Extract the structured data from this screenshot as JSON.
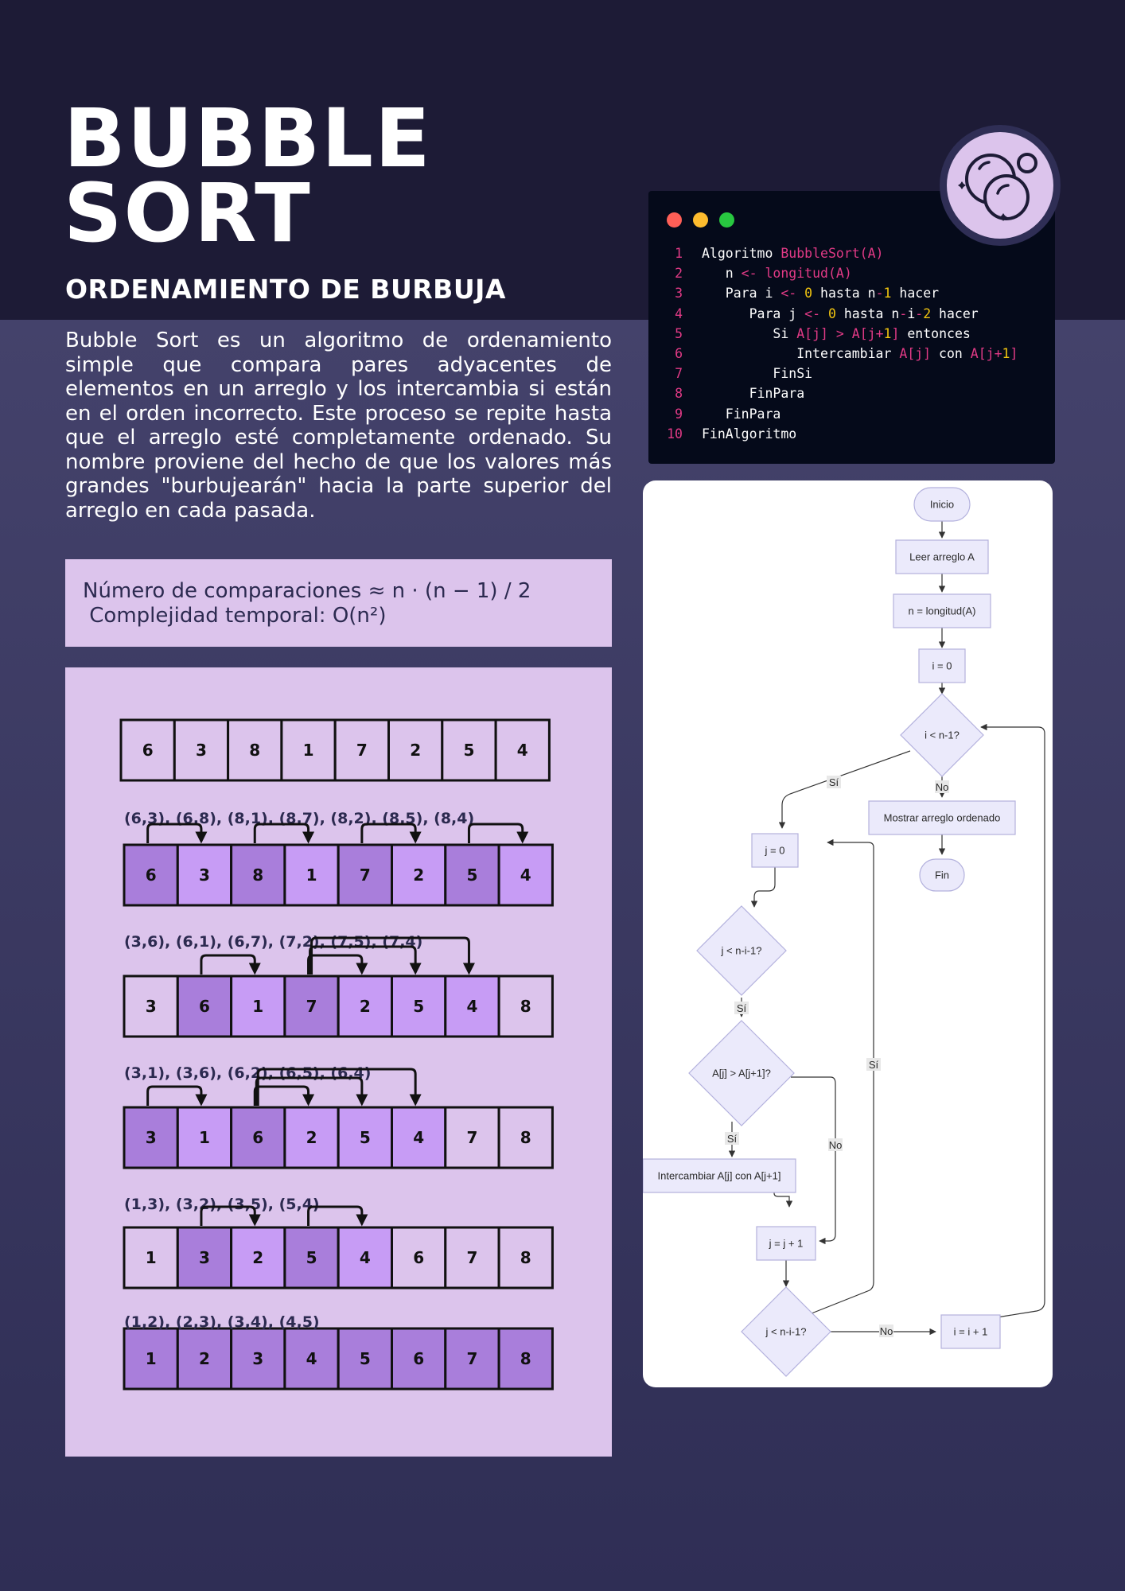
{
  "header": {
    "title_line1": "BUBBLE",
    "title_line2": "SORT",
    "subtitle": "ORDENAMIENTO DE BURBUJA"
  },
  "description": "Bubble Sort es un algoritmo de ordenamiento simple que compara pares adyacentes de elementos en un arreglo y los intercambia si están en el orden incorrecto. Este proceso se repite hasta que el arreglo esté completamente ordenado. Su nombre proviene del hecho de que los valores más grandes \"burbujearán\" hacia la parte superior del arreglo en cada pasada.",
  "formulas": {
    "comparisons": "Número de comparaciones ≈ n · (n − 1) / 2",
    "complexity": " Complejidad temporal: O(n²)"
  },
  "colors": {
    "header_bg": "#1d1b36",
    "panel_bg": "#dcc4ec",
    "cell_default": "#dcc4ec",
    "cell_dark": "#a97edb",
    "cell_light": "#c79cf5",
    "flow_node": "#ebeafb",
    "code_keyword": "#e23a86",
    "code_number": "#f1c40f"
  },
  "passes": [
    {
      "values": [
        6,
        3,
        8,
        1,
        7,
        2,
        5,
        4
      ],
      "shades": [
        "default",
        "default",
        "default",
        "default",
        "default",
        "default",
        "default",
        "default"
      ],
      "arcs": []
    },
    {
      "label": "(6,3), (6,8), (8,1), (8,7), (8,2), (8,5), (8,4)",
      "values": [
        6,
        3,
        8,
        1,
        7,
        2,
        5,
        4
      ],
      "shades": [
        "dark",
        "light",
        "dark",
        "light",
        "dark",
        "light",
        "dark",
        "light"
      ],
      "arcs": [
        [
          0,
          1
        ],
        [
          2,
          3
        ],
        [
          4,
          5
        ],
        [
          6,
          7
        ]
      ]
    },
    {
      "label": "(3,6), (6,1), (6,7), (7,2), (7,5), (7,4)",
      "values": [
        3,
        6,
        1,
        7,
        2,
        5,
        4,
        8
      ],
      "shades": [
        "default",
        "dark",
        "light",
        "dark",
        "light",
        "light",
        "light",
        "default"
      ],
      "arcs": [
        [
          1,
          2
        ],
        [
          3,
          4
        ],
        [
          3,
          5
        ],
        [
          3,
          6
        ]
      ]
    },
    {
      "label": "(3,1), (3,6), (6,2), (6,5), (6,4)",
      "values": [
        3,
        1,
        6,
        2,
        5,
        4,
        7,
        8
      ],
      "shades": [
        "dark",
        "light",
        "dark",
        "light",
        "light",
        "light",
        "default",
        "default"
      ],
      "arcs": [
        [
          0,
          1
        ],
        [
          2,
          3
        ],
        [
          2,
          4
        ],
        [
          2,
          5
        ]
      ]
    },
    {
      "label": "(1,3), (3,2), (3,5), (5,4)",
      "values": [
        1,
        3,
        2,
        5,
        4,
        6,
        7,
        8
      ],
      "shades": [
        "default",
        "dark",
        "light",
        "dark",
        "light",
        "default",
        "default",
        "default"
      ],
      "arcs": [
        [
          1,
          2
        ],
        [
          3,
          4
        ]
      ]
    },
    {
      "label": "(1,2), (2,3), (3,4), (4,5)",
      "values": [
        1,
        2,
        3,
        4,
        5,
        6,
        7,
        8
      ],
      "shades": [
        "dark",
        "dark",
        "dark",
        "dark",
        "dark",
        "dark",
        "dark",
        "dark"
      ],
      "arcs": []
    }
  ],
  "code": {
    "lines": [
      {
        "n": "1",
        "segs": [
          [
            "Algoritmo ",
            ""
          ],
          [
            "BubbleSort(A)",
            "pink"
          ]
        ]
      },
      {
        "n": "2",
        "segs": [
          [
            "   n ",
            ""
          ],
          [
            "<-",
            "pink"
          ],
          [
            " ",
            ""
          ],
          [
            "longitud(A)",
            "pink"
          ]
        ]
      },
      {
        "n": "3",
        "segs": [
          [
            "   Para i ",
            ""
          ],
          [
            "<-",
            "pink"
          ],
          [
            " ",
            ""
          ],
          [
            "0",
            "yellow"
          ],
          [
            " hasta n",
            ""
          ],
          [
            "-",
            "pink"
          ],
          [
            "1",
            "yellow"
          ],
          [
            " hacer",
            ""
          ]
        ]
      },
      {
        "n": "4",
        "segs": [
          [
            "      Para j ",
            ""
          ],
          [
            "<-",
            "pink"
          ],
          [
            " ",
            ""
          ],
          [
            "0",
            "yellow"
          ],
          [
            " hasta n",
            ""
          ],
          [
            "-",
            "pink"
          ],
          [
            "i",
            ""
          ],
          [
            "-",
            "pink"
          ],
          [
            "2",
            "yellow"
          ],
          [
            " hacer",
            ""
          ]
        ]
      },
      {
        "n": "5",
        "segs": [
          [
            "         Si ",
            ""
          ],
          [
            "A[j]",
            "pink"
          ],
          [
            " > ",
            "pink"
          ],
          [
            "A[j+",
            "pink"
          ],
          [
            "1",
            "yellow"
          ],
          [
            "]",
            "pink"
          ],
          [
            " entonces",
            ""
          ]
        ]
      },
      {
        "n": "6",
        "segs": [
          [
            "            Intercambiar ",
            ""
          ],
          [
            "A[j]",
            "pink"
          ],
          [
            " con ",
            ""
          ],
          [
            "A[j+",
            "pink"
          ],
          [
            "1",
            "yellow"
          ],
          [
            "]",
            "pink"
          ]
        ]
      },
      {
        "n": "7",
        "segs": [
          [
            "         FinSi",
            ""
          ]
        ]
      },
      {
        "n": "8",
        "segs": [
          [
            "      FinPara",
            ""
          ]
        ]
      },
      {
        "n": "9",
        "segs": [
          [
            "   FinPara",
            ""
          ]
        ]
      },
      {
        "n": "10",
        "segs": [
          [
            "FinAlgoritmo",
            ""
          ]
        ]
      }
    ]
  },
  "flowchart": {
    "nodes": {
      "inicio": "Inicio",
      "leer": "Leer arreglo A",
      "n_init": "n = longitud(A)",
      "i_init": "i = 0",
      "cond_i": "i < n-1?",
      "mostrar": "Mostrar arreglo ordenado",
      "fin": "Fin",
      "j_init": "j = 0",
      "cond_j": "j < n-i-1?",
      "cond_swap": "A[j] > A[j+1]?",
      "swap": "Intercambiar A[j] con A[j+1]",
      "j_inc": "j = j + 1",
      "cond_j2": "j < n-i-1?",
      "i_inc": "i = i + 1"
    },
    "edge_labels": {
      "yes": "Sí",
      "no": "No"
    }
  }
}
